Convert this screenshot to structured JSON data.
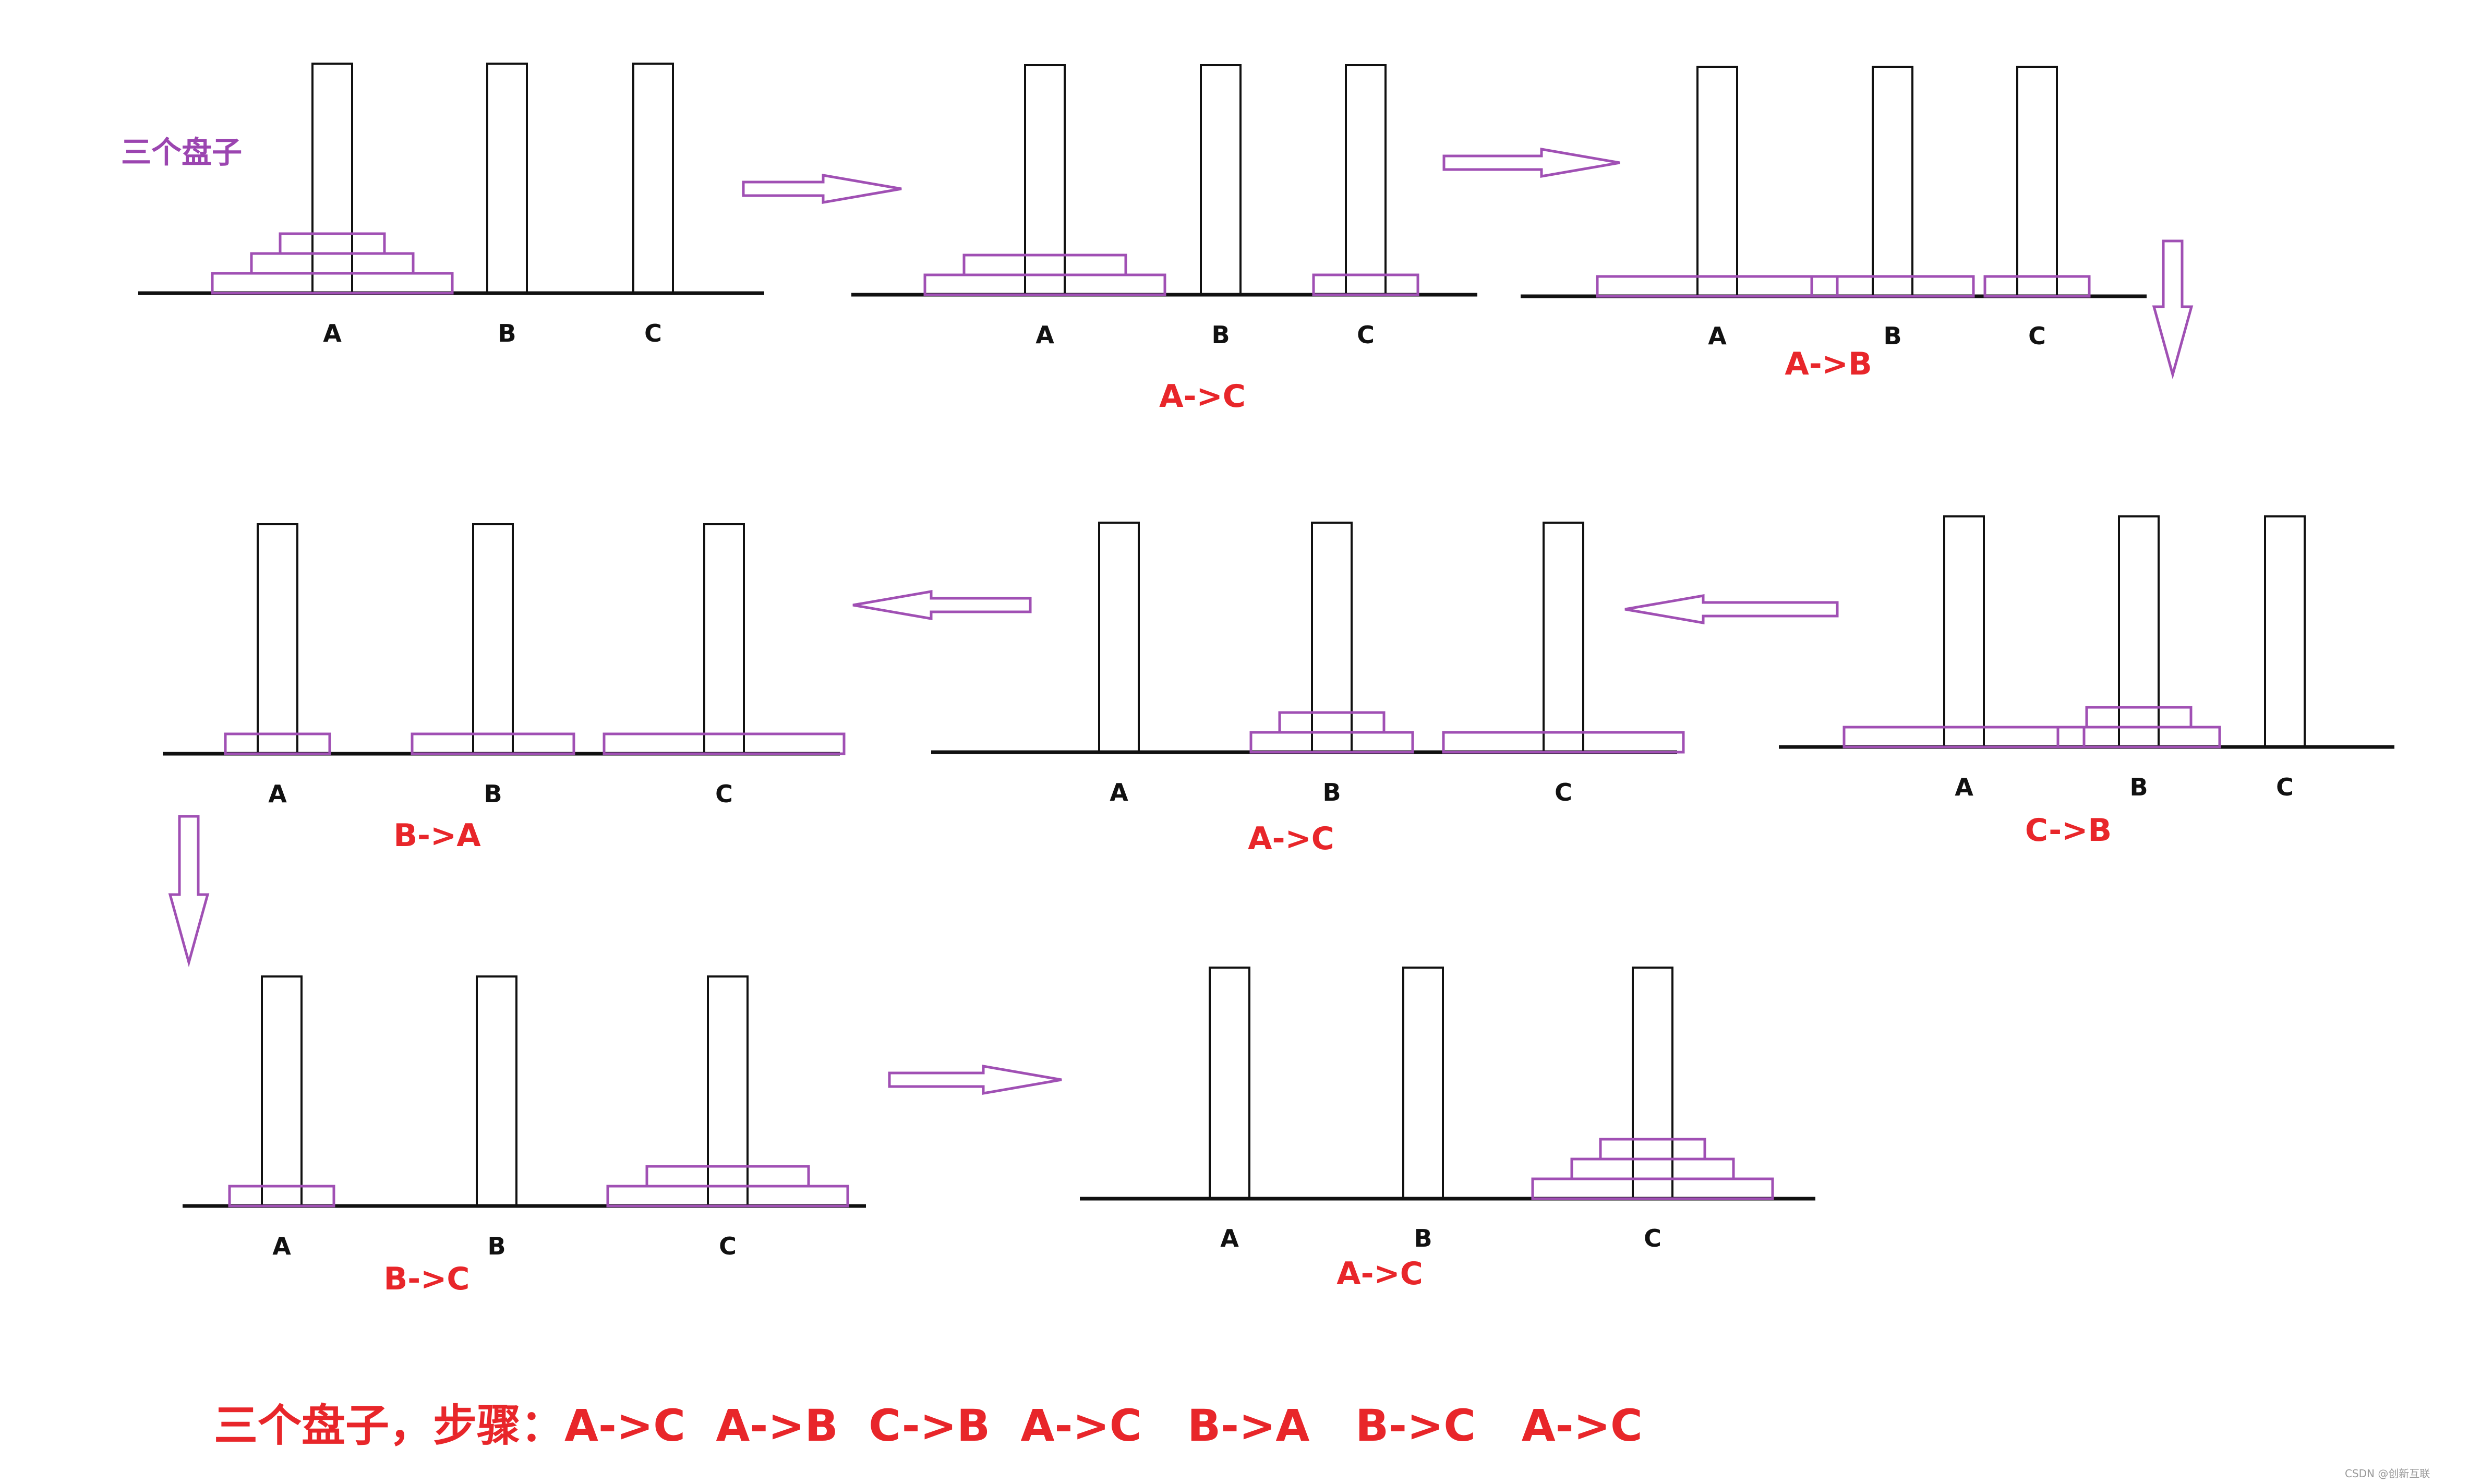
{
  "title": "三个盘子",
  "summary": "三个盘子，步骤：A->C  A->B  C->B  A->C   B->A   B->C   A->C",
  "watermark": "CSDN @创新互联",
  "colors": {
    "disk": "#a050b4",
    "move_text": "#e8262a",
    "title_text": "#9b45b0",
    "ink": "#111111"
  },
  "disk_sizes": {
    "small": "small",
    "medium": "medium",
    "large": "large"
  },
  "steps": [
    {
      "id": "start",
      "move": "",
      "peg_labels": [
        "A",
        "B",
        "C"
      ],
      "pegs": {
        "A": [
          "large",
          "medium",
          "small"
        ],
        "B": [],
        "C": []
      }
    },
    {
      "id": "step-1",
      "move": "A->C",
      "peg_labels": [
        "A",
        "B",
        "C"
      ],
      "pegs": {
        "A": [
          "large",
          "medium"
        ],
        "B": [],
        "C": [
          "small"
        ]
      }
    },
    {
      "id": "step-2",
      "move": "A->B",
      "peg_labels": [
        "A",
        "B",
        "C"
      ],
      "pegs": {
        "A": [
          "large"
        ],
        "B": [
          "medium"
        ],
        "C": [
          "small"
        ]
      }
    },
    {
      "id": "step-3",
      "move": "C->B",
      "peg_labels": [
        "A",
        "B",
        "C"
      ],
      "pegs": {
        "A": [
          "large"
        ],
        "B": [
          "medium",
          "small"
        ],
        "C": []
      }
    },
    {
      "id": "step-4",
      "move": "A->C",
      "peg_labels": [
        "A",
        "B",
        "C"
      ],
      "pegs": {
        "A": [],
        "B": [
          "medium",
          "small"
        ],
        "C": [
          "large"
        ]
      }
    },
    {
      "id": "step-5",
      "move": "B->A",
      "peg_labels": [
        "A",
        "B",
        "C"
      ],
      "pegs": {
        "A": [
          "small"
        ],
        "B": [
          "medium"
        ],
        "C": [
          "large"
        ]
      }
    },
    {
      "id": "step-6",
      "move": "B->C",
      "peg_labels": [
        "A",
        "B",
        "C"
      ],
      "pegs": {
        "A": [
          "small"
        ],
        "B": [],
        "C": [
          "large",
          "medium"
        ]
      }
    },
    {
      "id": "step-7",
      "move": "A->C",
      "peg_labels": [
        "A",
        "B",
        "C"
      ],
      "pegs": {
        "A": [],
        "B": [],
        "C": [
          "large",
          "medium",
          "small"
        ]
      }
    }
  ]
}
